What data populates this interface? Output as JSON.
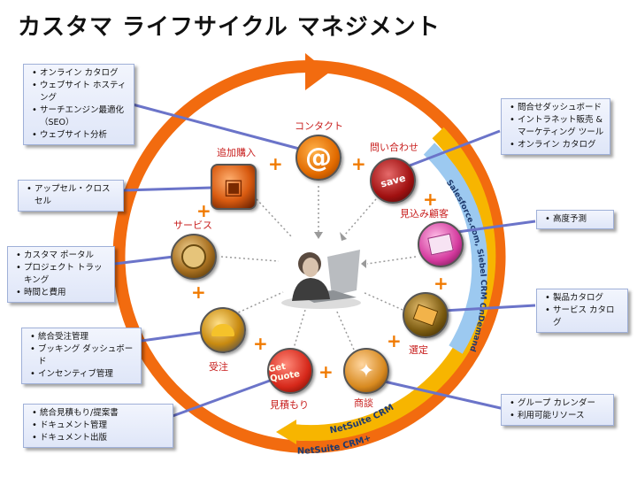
{
  "title": "カスタマ ライフサイクル マネジメント",
  "stages": {
    "contact": "コンタクト",
    "inquiry": "問い合わせ",
    "prospect": "見込み顧客",
    "selection": "選定",
    "negotiation": "商談",
    "quote": "見積もり",
    "order": "受注",
    "service": "サービス",
    "upsell": "追加購入"
  },
  "rings": {
    "blue_label": "Salesforce.com, Siebel CRM OnDemand",
    "yellow_label": "NetSuite CRM",
    "orange_label": "NetSuite CRM+"
  },
  "plus_sign": "+",
  "callouts": {
    "marketing": [
      "オンライン カタログ",
      "ウェブサイト ホスティング",
      "サーチエンジン最適化\n（SEO）",
      "ウェブサイト分析"
    ],
    "upsell": [
      "アップセル・クロスセル"
    ],
    "service": [
      "カスタマ ポータル",
      "プロジェクト トラッキング",
      "時間と費用"
    ],
    "order": [
      "統合受注管理",
      "ブッキング ダッシュボード",
      "インセンティブ管理"
    ],
    "quote": [
      "統合見積もり/提案書",
      "ドキュメント管理",
      "ドキュメント出版"
    ],
    "inquiry": [
      "問合せダッシュボード",
      "イントラネット販売 &\nマーケティング ツール",
      "オンライン カタログ"
    ],
    "prospect": [
      "高度予測"
    ],
    "selection": [
      "製品カタログ",
      "サービス カタログ"
    ],
    "negotiation": [
      "グループ カレンダー",
      "利用可能リソース"
    ]
  },
  "node_text": {
    "contact": "@",
    "inquiry": "save",
    "quote": "Get Quote"
  },
  "colors": {
    "orange": "#f26b0f",
    "yellow": "#f7b500",
    "blue": "#8fc3ee",
    "label_red": "#c8201f"
  }
}
